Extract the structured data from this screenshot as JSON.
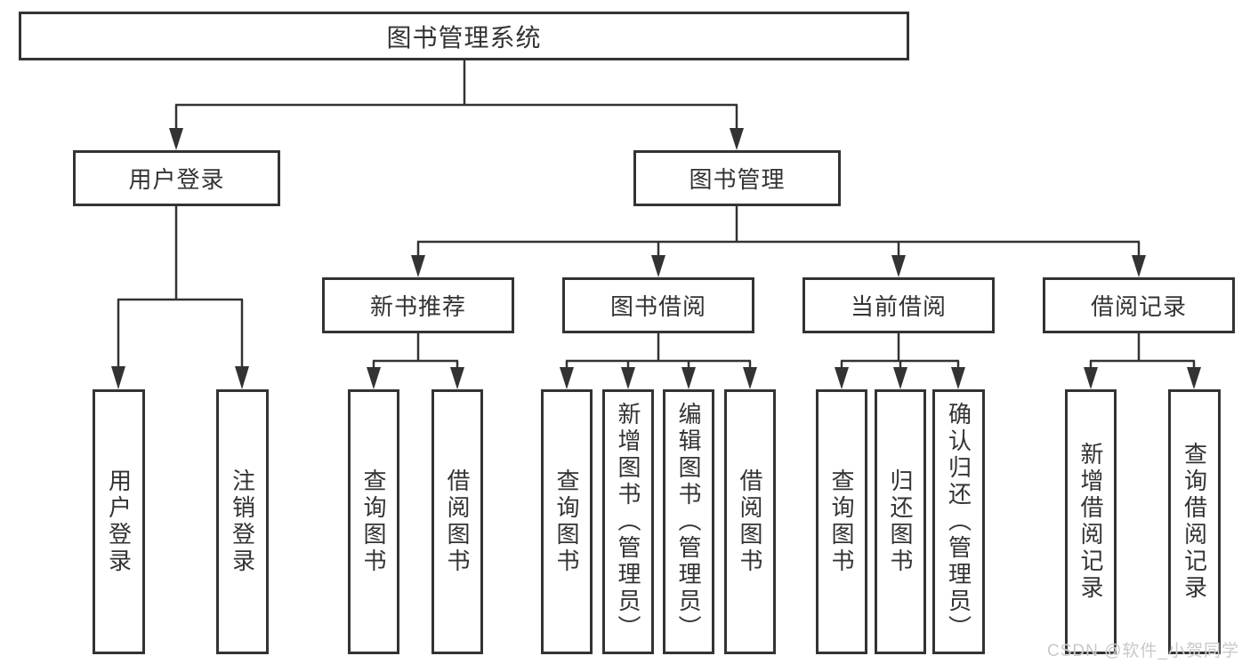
{
  "colors": {
    "line": "#333333",
    "border": "#333333",
    "text": "#333333",
    "watermark": "#c9c9c9",
    "background": "#ffffff"
  },
  "watermark": {
    "text": "CSDN @软件_小贺同学"
  },
  "tree": {
    "root": {
      "label": "图书管理系统",
      "children": [
        {
          "label": "用户登录",
          "children": [
            {
              "label": "用户登录"
            },
            {
              "label": "注销登录"
            }
          ]
        },
        {
          "label": "图书管理",
          "children": [
            {
              "label": "新书推荐",
              "children": [
                {
                  "label": "查询图书"
                },
                {
                  "label": "借阅图书"
                }
              ]
            },
            {
              "label": "图书借阅",
              "children": [
                {
                  "label": "查询图书"
                },
                {
                  "label": "新增图书（管理员）"
                },
                {
                  "label": "编辑图书（管理员）"
                },
                {
                  "label": "借阅图书"
                }
              ]
            },
            {
              "label": "当前借阅",
              "children": [
                {
                  "label": "查询图书"
                },
                {
                  "label": "归还图书"
                },
                {
                  "label": "确认归还（管理员）"
                }
              ]
            },
            {
              "label": "借阅记录",
              "children": [
                {
                  "label": "新增借阅记录"
                },
                {
                  "label": "查询借阅记录"
                }
              ]
            }
          ]
        }
      ]
    }
  }
}
